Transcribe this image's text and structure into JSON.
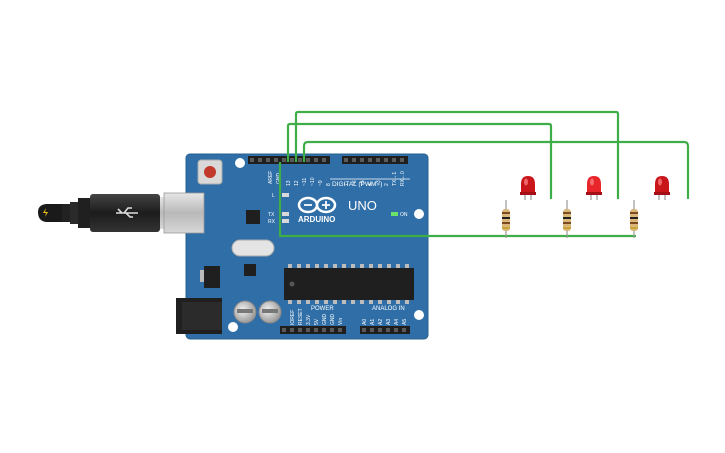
{
  "board": {
    "brand": "ARDUINO",
    "model": "UNO",
    "digital_label": "DIGITAL (PWM~)",
    "power_label": "POWER",
    "analog_label": "ANALOG IN",
    "on_label": "ON",
    "led_l": "L",
    "led_tx": "TX",
    "led_rx": "RX",
    "aref": "AREF",
    "gnd_top": "GND",
    "digital_pins": [
      "13",
      "12",
      "~11",
      "~10",
      "~9",
      "8",
      "7",
      "~6",
      "~5",
      "4",
      "~3",
      "2",
      "TX→1",
      "RX←0"
    ],
    "power_pins": [
      "IOREF",
      "RESET",
      "3.3V",
      "5V",
      "GND",
      "GND",
      "Vin"
    ],
    "analog_pins": [
      "A0",
      "A1",
      "A2",
      "A3",
      "A4",
      "A5"
    ]
  },
  "circuit": {
    "wire_color": "#3fae49",
    "board_color": "#2f6ea7",
    "led_color": "#c9161b",
    "led_count": 3,
    "resistor_count": 3
  }
}
